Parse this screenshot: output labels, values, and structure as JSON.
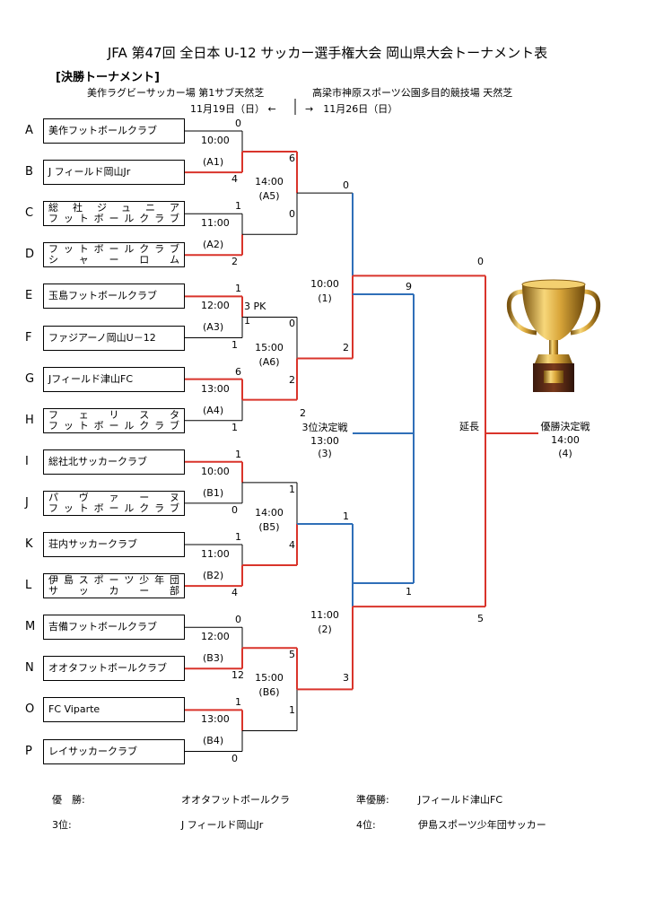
{
  "title": "JFA 第47回 全日本 U-12 サッカー選手権大会 岡山県大会トーナメント表",
  "subtitle": "[決勝トーナメント]",
  "venue_left": "美作ラグビーサッカー場 第1サブ天然芝",
  "venue_right": "高梁市神原スポーツ公園多目的競技場 天然芝",
  "date_left": "11月19日（日） ←",
  "date_right": "→　11月26日（日）",
  "teams": [
    {
      "letter": "A",
      "name": "美作フットボールクラブ",
      "split": false
    },
    {
      "letter": "B",
      "name": "J フィールド岡山Jr",
      "split": false
    },
    {
      "letter": "C",
      "lines": [
        "総社ジュニア",
        "フットボールクラブ"
      ],
      "split": true
    },
    {
      "letter": "D",
      "lines": [
        "フットボールクラブ",
        "シャーロム"
      ],
      "split": true
    },
    {
      "letter": "E",
      "name": "玉島フットボールクラブ",
      "split": false
    },
    {
      "letter": "F",
      "name": "ファジアーノ岡山U－12",
      "split": false
    },
    {
      "letter": "G",
      "name": "Jフィールド津山FC",
      "split": false
    },
    {
      "letter": "H",
      "lines": [
        "フェリスタ",
        "フットボールクラブ"
      ],
      "split": true
    },
    {
      "letter": "I",
      "name": "総社北サッカークラブ",
      "split": false
    },
    {
      "letter": "J",
      "lines": [
        "パヴァーヌ",
        "フットボールクラブ"
      ],
      "split": true
    },
    {
      "letter": "K",
      "name": "荘内サッカークラブ",
      "split": false
    },
    {
      "letter": "L",
      "lines": [
        "伊島スポーツ少年団",
        "サッカー部"
      ],
      "split": true
    },
    {
      "letter": "M",
      "name": "吉備フットボールクラブ",
      "split": false
    },
    {
      "letter": "N",
      "name": "オオタフットボールクラブ",
      "split": false
    },
    {
      "letter": "O",
      "name": "FC Viparte",
      "split": false
    },
    {
      "letter": "P",
      "name": "レイサッカークラブ",
      "split": false
    }
  ],
  "r1_matches": [
    {
      "time": "10:00",
      "code": "(A1)",
      "top": "0",
      "bottom": "4"
    },
    {
      "time": "11:00",
      "code": "(A2)",
      "top": "1",
      "bottom": "2"
    },
    {
      "time": "12:00",
      "code": "(A3)",
      "top": "1",
      "bottom": "1",
      "pk": "3 PK",
      "pk_other": "1"
    },
    {
      "time": "13:00",
      "code": "(A4)",
      "top": "6",
      "bottom": "1"
    },
    {
      "time": "10:00",
      "code": "(B1)",
      "top": "1",
      "bottom": "0"
    },
    {
      "time": "11:00",
      "code": "(B2)",
      "top": "1",
      "bottom": "4"
    },
    {
      "time": "12:00",
      "code": "(B3)",
      "top": "0",
      "bottom": "12"
    },
    {
      "time": "13:00",
      "code": "(B4)",
      "top": "1",
      "bottom": "0"
    }
  ],
  "r2_matches": [
    {
      "time": "14:00",
      "code": "(A5)",
      "top": "6",
      "bottom": "0"
    },
    {
      "time": "15:00",
      "code": "(A6)",
      "top": "0",
      "bottom": "2"
    },
    {
      "time": "14:00",
      "code": "(B5)",
      "top": "1",
      "bottom": "4"
    },
    {
      "time": "15:00",
      "code": "(B6)",
      "top": "5",
      "bottom": "1"
    }
  ],
  "semis": [
    {
      "time": "10:00",
      "code": "(1)",
      "top": "0",
      "bottom": "2"
    },
    {
      "time": "11:00",
      "code": "(2)",
      "top": "1",
      "bottom": "3"
    }
  ],
  "third_place": {
    "label": "3位決定戦",
    "time": "13:00",
    "code": "(3)",
    "top": "9",
    "bottom": "1",
    "left_score": "2"
  },
  "final": {
    "label": "優勝決定戦",
    "time": "14:00",
    "code": "(4)",
    "top": "0",
    "bottom": "5",
    "extra": "延長"
  },
  "results": {
    "champion_label": "優　勝:",
    "champion": "オオタフットボールクラ",
    "runner_label": "準優勝:",
    "runner": "Jフィールド津山FC",
    "third_label": "3位:",
    "third": "J フィールド岡山Jr",
    "fourth_label": "4位:",
    "fourth": "伊島スポーツ少年団サッカー"
  },
  "colors": {
    "win": "#d9342b",
    "third": "#2f6fb8",
    "line": "#000000"
  },
  "icons": {
    "trophy": "trophy-icon"
  }
}
